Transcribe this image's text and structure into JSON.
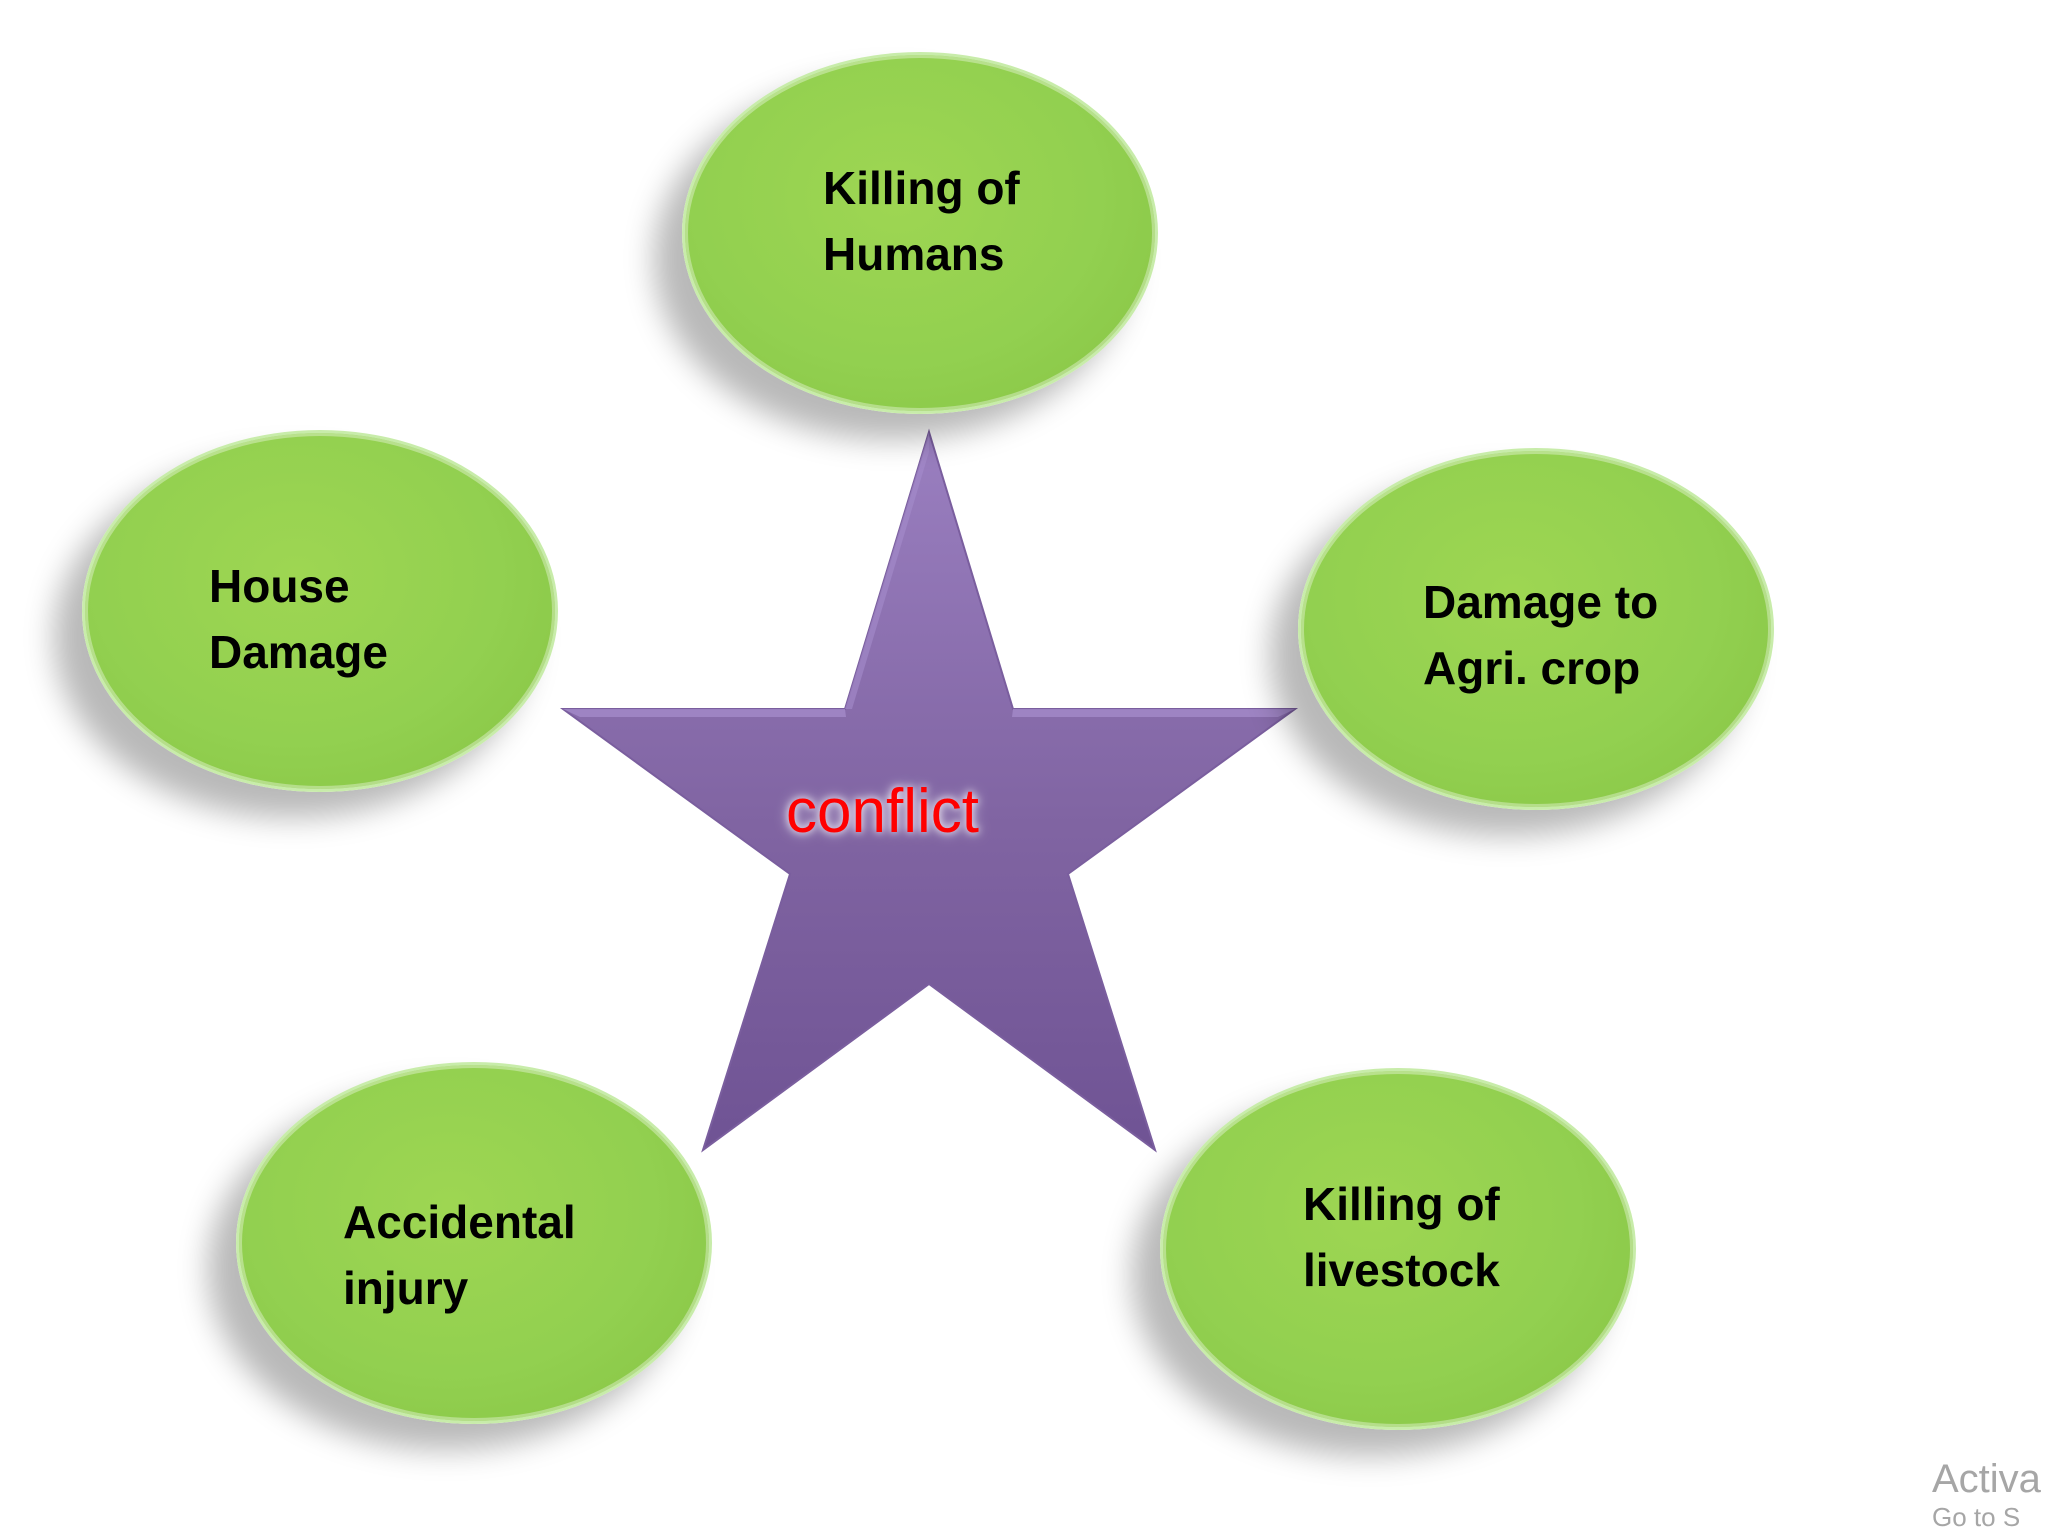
{
  "center": {
    "label": "conflict",
    "shape": "star",
    "fill": "#8064a2"
  },
  "nodes": [
    {
      "id": "killing-humans",
      "lines": [
        "Killing of",
        "Humans"
      ]
    },
    {
      "id": "house-damage",
      "lines": [
        "House",
        "Damage"
      ]
    },
    {
      "id": "damage-crop",
      "lines": [
        "Damage to",
        "Agri. crop"
      ]
    },
    {
      "id": "accidental-injury",
      "lines": [
        "Accidental",
        "injury"
      ]
    },
    {
      "id": "killing-livestock",
      "lines": [
        "Killing of",
        "livestock"
      ]
    }
  ],
  "colors": {
    "node_fill": "#92d050",
    "center_text": "#ff0000",
    "node_text": "#000000"
  },
  "watermark": {
    "line1": "Activa",
    "line2": "Go to S"
  }
}
